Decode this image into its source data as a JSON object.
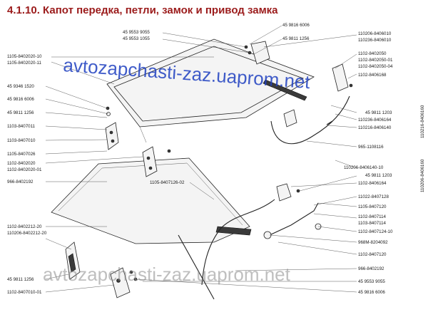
{
  "title": "4.1.10. Капот передка, петли, замок и привод замка",
  "watermark": "avtozapchasti-zaz.uaprom.net",
  "labels_left": [
    "45 9553 9055",
    "45 9553 1055",
    "1105-8402020-10",
    "1105-8402020-11",
    "45 9346 1520",
    "45 9816 6006",
    "45 9811 1256",
    "1103-8407011",
    "1103-8407010",
    "1105-8407026",
    "1102-8402020",
    "1102-8402020-01",
    "966-8402192",
    "1105-8407126-02",
    "1102-8402212-20",
    "110206-8402212-20",
    "45 9811 1256",
    "1102-8407010-01"
  ],
  "labels_right": [
    "45 9816 6006",
    "45 9811 1256",
    "110206-8406010",
    "110236-8406010",
    "1102-8402050",
    "1102-8402050-01",
    "1102-8402050-04",
    "1102-8406168",
    "110216-8406160",
    "45 9811 1203",
    "110236-8406164",
    "110216-8406140",
    "965-1108116",
    "110206-8406140-10",
    "110206-8406160",
    "45 9811 1203",
    "1102-8406164",
    "11022-8407128",
    "1105-8407120",
    "1102-8407114",
    "1103-8407114",
    "1102-8407124-10",
    "968M-8204092",
    "1102-8407120",
    "966-8402192",
    "45 9553 9055",
    "45 9816 6006"
  ]
}
